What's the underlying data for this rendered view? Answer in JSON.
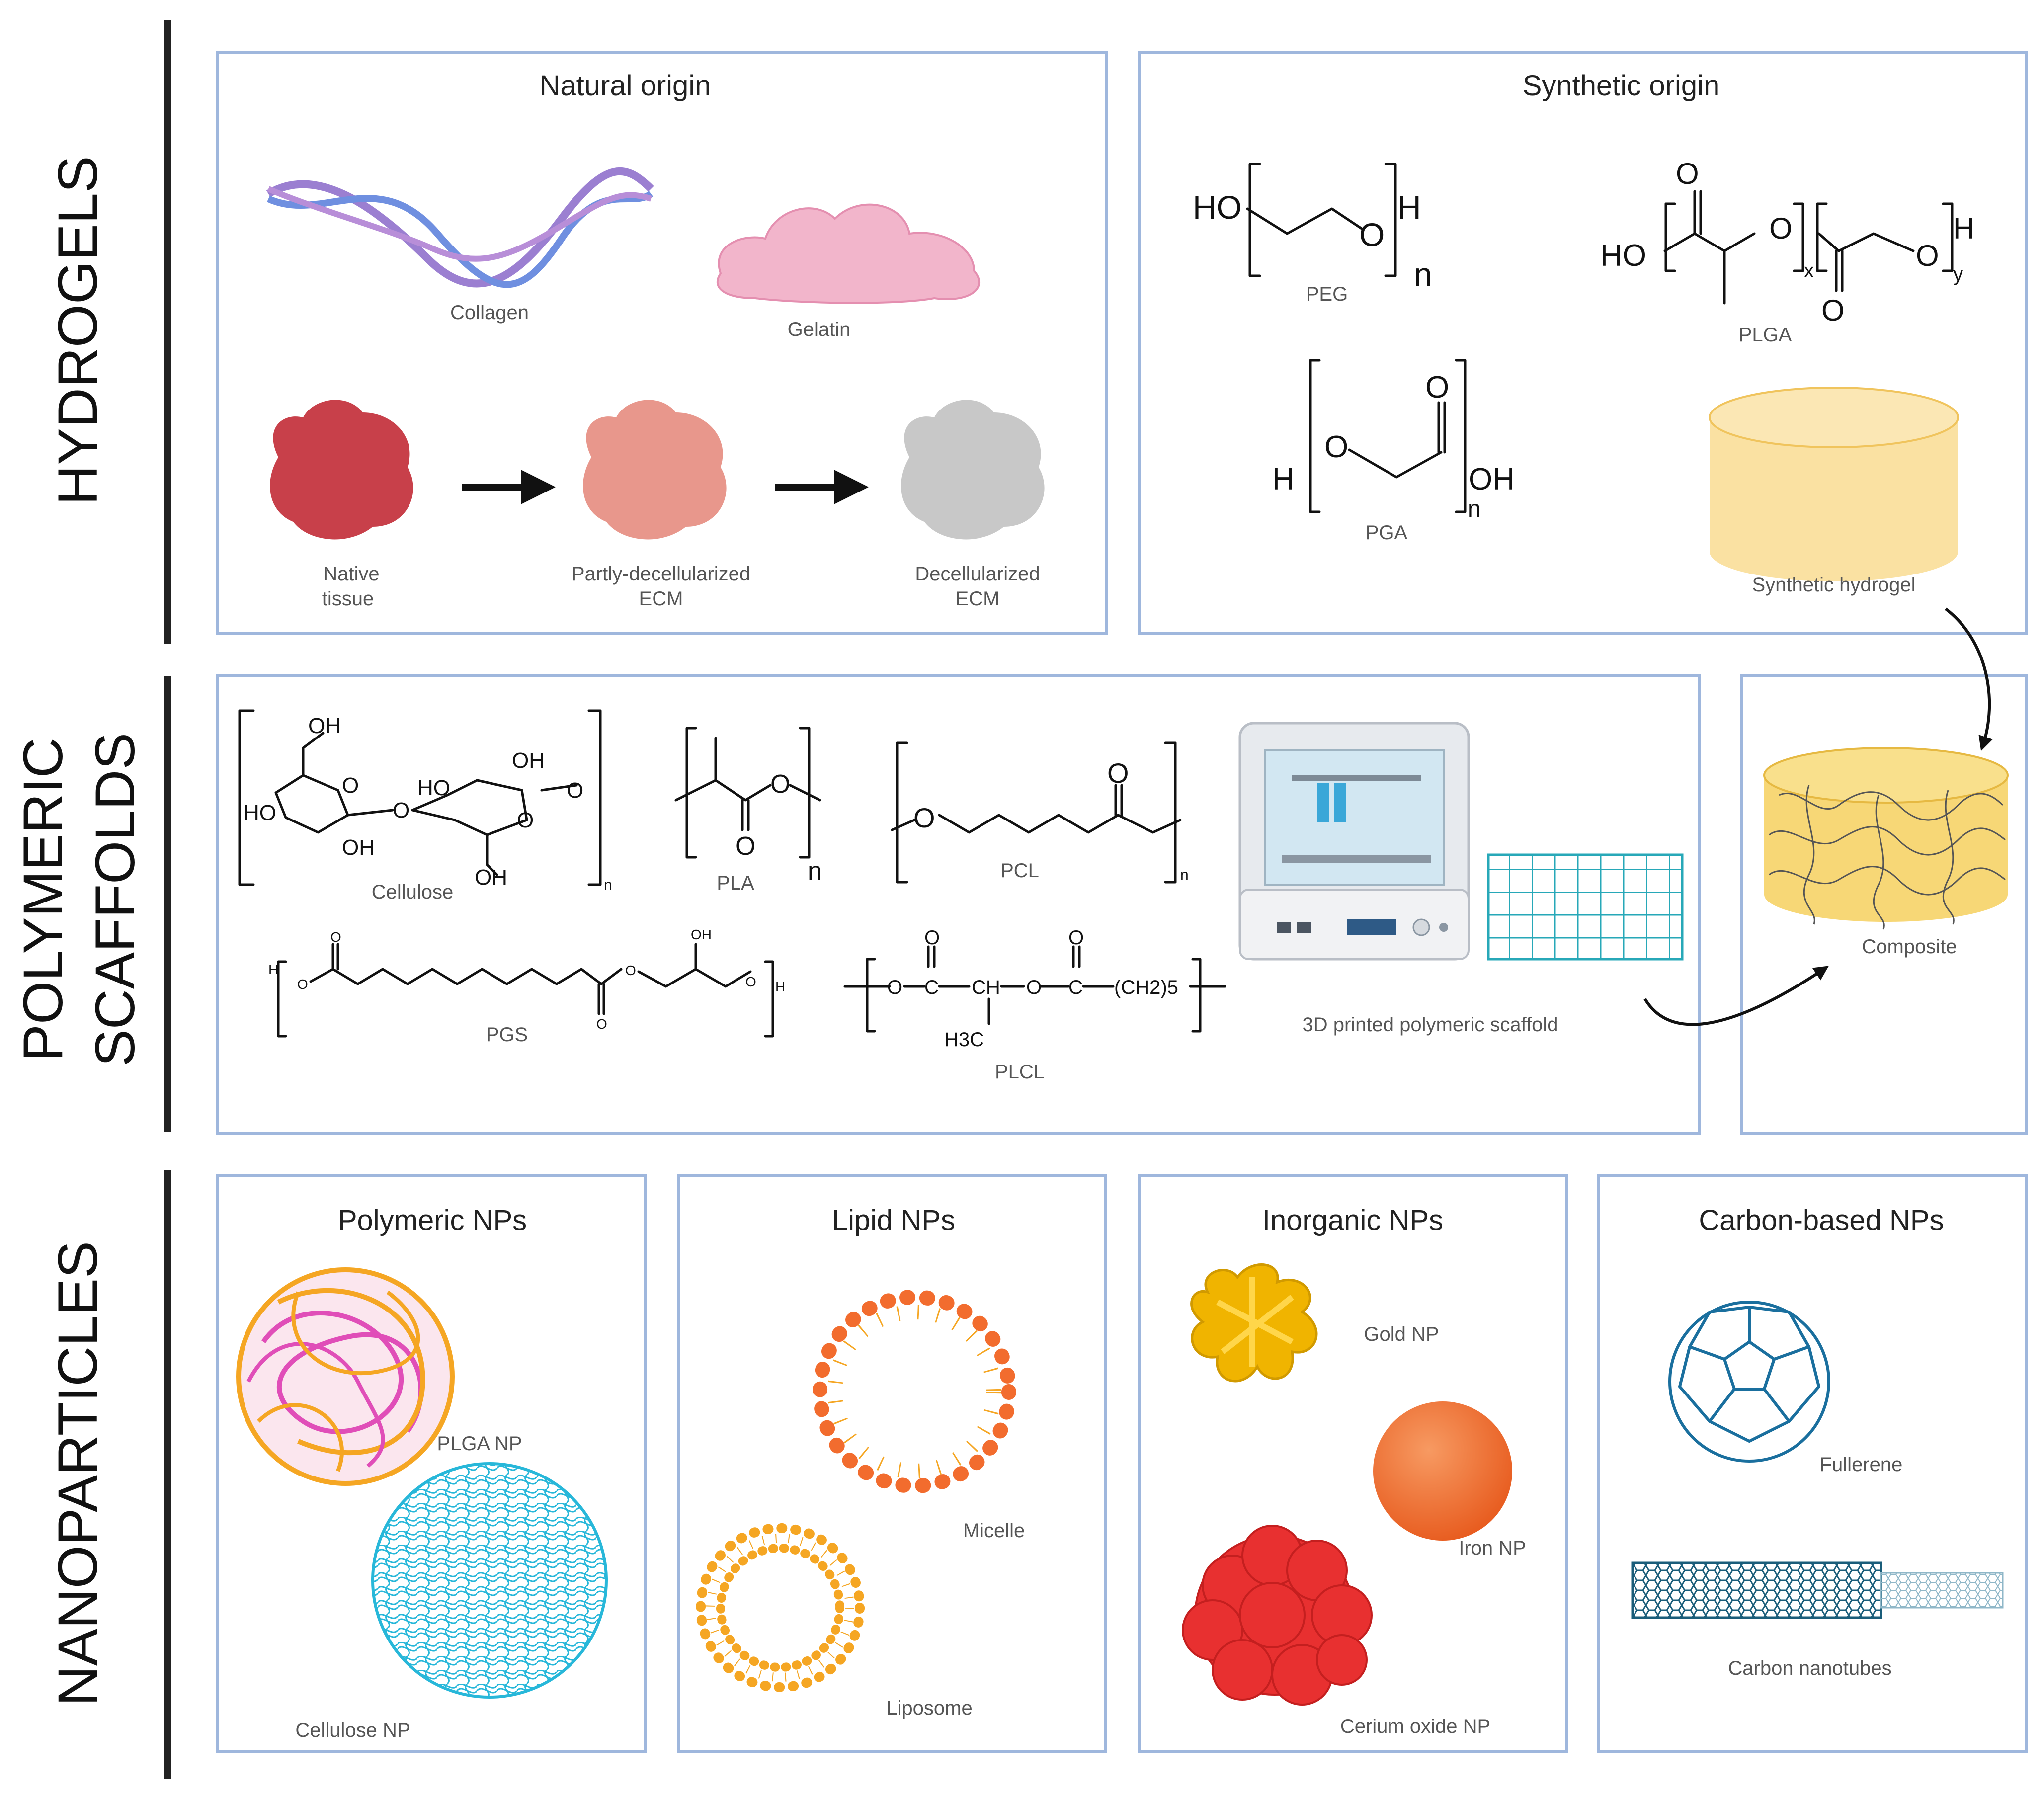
{
  "sections": {
    "hydrogels": "HYDROGELS",
    "scaffolds_line1": "POLYMERIC",
    "scaffolds_line2": "SCAFFOLDS",
    "nanoparticles": "NANOPARTICLES"
  },
  "hydrogels": {
    "natural": {
      "title": "Natural origin",
      "collagen": "Collagen",
      "gelatin": "Gelatin",
      "native_1": "Native",
      "native_2": "tissue",
      "partly_1": "Partly-decellularized",
      "partly_2": "ECM",
      "decell_1": "Decellularized",
      "decell_2": "ECM"
    },
    "synthetic": {
      "title": "Synthetic origin",
      "peg": "PEG",
      "plga": "PLGA",
      "pga": "PGA",
      "synthetic_hydrogel": "Synthetic hydrogel"
    }
  },
  "scaffolds": {
    "cellulose": "Cellulose",
    "pla": "PLA",
    "pcl": "PCL",
    "pgs": "PGS",
    "plcl": "PLCL",
    "printed": "3D printed polymeric scaffold",
    "composite": "Composite"
  },
  "chem": {
    "HO": "HO",
    "H": "H",
    "O": "O",
    "OH": "OH",
    "n": "n",
    "x": "x",
    "y": "y",
    "H3C": "H3C",
    "CH": "CH",
    "C": "C",
    "CH2_5": "(CH2)5"
  },
  "nanoparticles": {
    "polymeric": {
      "title": "Polymeric NPs",
      "plga_np": "PLGA NP",
      "cellulose_np": "Cellulose NP"
    },
    "lipid": {
      "title": "Lipid NPs",
      "micelle": "Micelle",
      "liposome": "Liposome"
    },
    "inorganic": {
      "title": "Inorganic NPs",
      "gold": "Gold NP",
      "iron": "Iron NP",
      "cerium": "Cerium oxide NP"
    },
    "carbon": {
      "title": "Carbon-based NPs",
      "fullerene": "Fullerene",
      "nanotubes": "Carbon nanotubes"
    }
  },
  "colors": {
    "panel_border": "#9fb7dd",
    "native_tissue": "#c8404a",
    "partly_ecm": "#e8978c",
    "decell_ecm": "#c8c8c8",
    "gelatin": "#f2b5cb",
    "hydrogel": "#f7d98a",
    "gold": "#f0b400",
    "iron": "#f26c2e",
    "cerium": "#e83030",
    "liposome": "#f5a623",
    "micelle": "#f26c2e",
    "cellulose_np": "#27b7d9",
    "carbon": "#1a6f9e"
  }
}
